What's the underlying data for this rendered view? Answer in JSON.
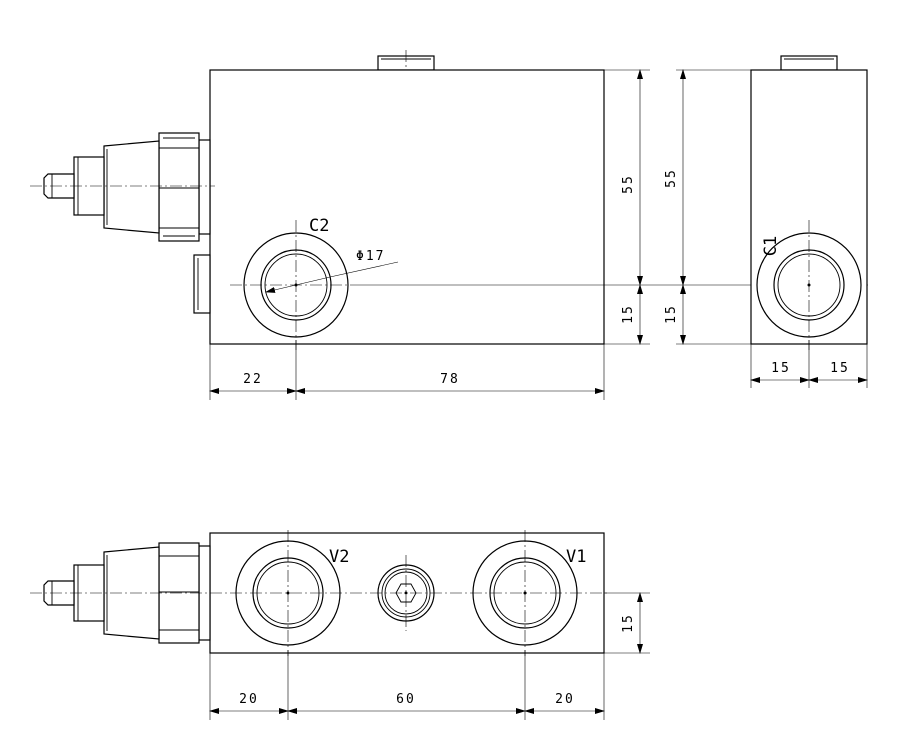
{
  "labels": {
    "port_c2": "C2",
    "port_c1": "C1",
    "port_v2": "V2",
    "port_v1": "V1",
    "diameter": "Φ17"
  },
  "dimensions": {
    "front_height_top": "55",
    "front_height_bottom": "15",
    "front_width_left": "22",
    "front_width_right": "78",
    "side_height_top": "55",
    "side_height_bottom": "15",
    "side_width_left": "15",
    "side_width_right": "15",
    "bottom_height": "15",
    "bottom_width_left": "20",
    "bottom_width_middle": "60",
    "bottom_width_right": "20"
  }
}
